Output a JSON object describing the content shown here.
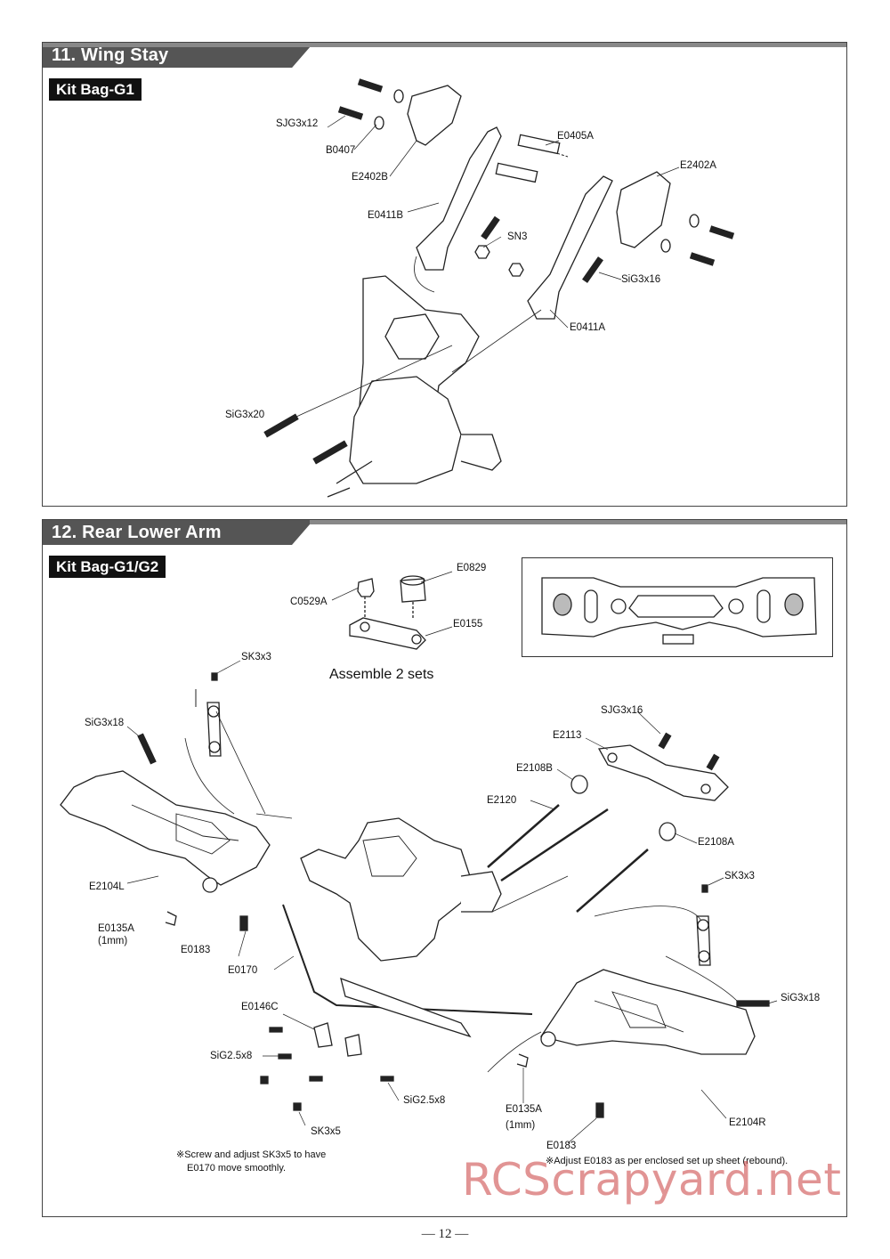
{
  "sections": [
    {
      "title": "11. Wing Stay",
      "kit": "Kit Bag-G1",
      "labels": {
        "sjg3x12": "SJG3x12",
        "b0407": "B0407",
        "e2402b": "E2402B",
        "e0411b": "E0411B",
        "sn3": "SN3",
        "e0405a": "E0405A",
        "e2402a": "E2402A",
        "sig3x16": "SiG3x16",
        "e0411a": "E0411A",
        "sig3x20": "SiG3x20"
      }
    },
    {
      "title": "12. Rear Lower Arm",
      "kit": "Kit Bag-G1/G2",
      "assemble_note": "Assemble 2 sets",
      "labels": {
        "e0829": "E0829",
        "c0529a": "C0529A",
        "e0155": "E0155",
        "sk3x3_left": "SK3x3",
        "sig3x18_left": "SiG3x18",
        "e2104l": "E2104L",
        "e0135a_left": "E0135A",
        "e0135a_left_size": "(1mm)",
        "e0183_left": "E0183",
        "e0170": "E0170",
        "e0146c": "E0146C",
        "sig25x8_left": "SiG2.5x8",
        "sk3x5": "SK3x5",
        "sig25x8_right": "SiG2.5x8",
        "sjg3x16": "SJG3x16",
        "e2113": "E2113",
        "e2108b": "E2108B",
        "e2120": "E2120",
        "e2108a": "E2108A",
        "sk3x3_right": "SK3x3",
        "sig3x18_right": "SiG3x18",
        "e2104r": "E2104R",
        "e0135a_right": "E0135A",
        "e0135a_right_size": "(1mm)",
        "e0183_right": "E0183"
      },
      "notes": {
        "screw_line1": "※Screw and adjust SK3x5 to have",
        "screw_line2": "E0170 move smoothly.",
        "adjust": "※Adjust E0183 as per enclosed set up sheet (rebound)."
      }
    }
  ],
  "page_number": "— 12 —",
  "watermark": "RCScrapyard.net"
}
